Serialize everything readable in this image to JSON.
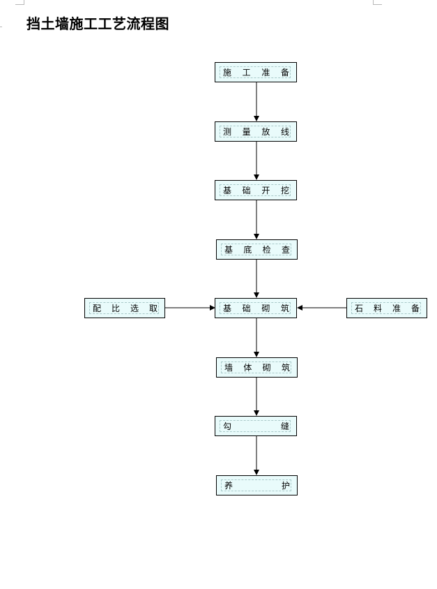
{
  "title": "挡土墙施工工艺流程图",
  "steps": [
    "施工准备",
    "测量放线",
    "基础开挖",
    "基底检查",
    "基础砌筑",
    "墙体砌筑",
    "勾缝",
    "养护"
  ],
  "side_inputs": {
    "left": "配比选取",
    "right": "石料准备"
  },
  "colors": {
    "box_fill": "#e9fbfb",
    "box_border": "#000000",
    "arrow": "#000000"
  }
}
